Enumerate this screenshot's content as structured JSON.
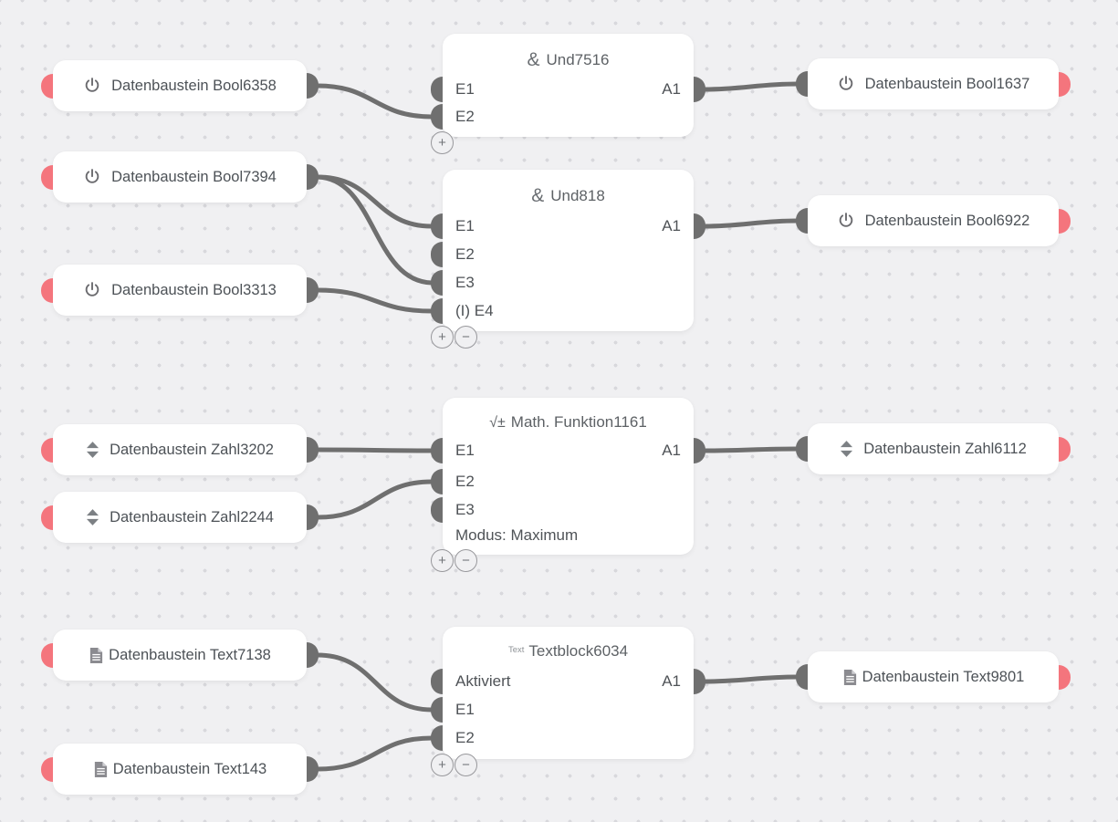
{
  "canvas": {
    "background_color": "#f0f0f2",
    "dot_color": "#d8d8dc",
    "wire_color": "#6f6f6f",
    "connector_color": "#f4757d"
  },
  "ui": {
    "add_button": "+",
    "remove_button": "−"
  },
  "input_nodes": [
    {
      "label": "Datenbaustein Bool6358",
      "type": "bool",
      "icon": "power-icon"
    },
    {
      "label": "Datenbaustein Bool7394",
      "type": "bool",
      "icon": "power-icon"
    },
    {
      "label": "Datenbaustein Bool3313",
      "type": "bool",
      "icon": "power-icon"
    },
    {
      "label": "Datenbaustein Zahl3202",
      "type": "number",
      "icon": "sort-arrows-icon"
    },
    {
      "label": "Datenbaustein Zahl2244",
      "type": "number",
      "icon": "sort-arrows-icon"
    },
    {
      "label": "Datenbaustein Text7138",
      "type": "text",
      "icon": "document-icon"
    },
    {
      "label": "Datenbaustein Text143",
      "type": "text",
      "icon": "document-icon"
    }
  ],
  "function_blocks": [
    {
      "title": "Und7516",
      "icon_glyph": "&",
      "inputs": [
        "E1",
        "E2"
      ],
      "outputs": [
        "A1"
      ]
    },
    {
      "title": "Und818",
      "icon_glyph": "&",
      "inputs": [
        "E1",
        "E2",
        "E3",
        "(I) E4"
      ],
      "outputs": [
        "A1"
      ]
    },
    {
      "title": "Math. Funktion1161",
      "icon_glyph": "√±",
      "inputs": [
        "E1",
        "E2",
        "E3"
      ],
      "mode": "Modus: Maximum",
      "outputs": [
        "A1"
      ]
    },
    {
      "title": "Textblock6034",
      "icon_glyph": "Text",
      "inputs": [
        "Aktiviert",
        "E1",
        "E2"
      ],
      "outputs": [
        "A1"
      ]
    }
  ],
  "output_nodes": [
    {
      "label": "Datenbaustein Bool1637",
      "type": "bool",
      "icon": "power-icon"
    },
    {
      "label": "Datenbaustein Bool6922",
      "type": "bool",
      "icon": "power-icon"
    },
    {
      "label": "Datenbaustein Zahl6112",
      "type": "number",
      "icon": "sort-arrows-icon"
    },
    {
      "label": "Datenbaustein Text9801",
      "type": "text",
      "icon": "document-icon"
    }
  ],
  "connections": [
    {
      "from": "Datenbaustein Bool6358",
      "to": "Und7516.E2"
    },
    {
      "from": "Datenbaustein Bool7394",
      "to": "Und818.E1"
    },
    {
      "from": "Datenbaustein Bool7394",
      "to": "Und818.E3"
    },
    {
      "from": "Datenbaustein Bool3313",
      "to": "Und818.(I) E4"
    },
    {
      "from": "Datenbaustein Zahl3202",
      "to": "Math. Funktion1161.E1"
    },
    {
      "from": "Datenbaustein Zahl2244",
      "to": "Math. Funktion1161.E2"
    },
    {
      "from": "Datenbaustein Text7138",
      "to": "Textblock6034.E1"
    },
    {
      "from": "Datenbaustein Text143",
      "to": "Textblock6034.E2"
    },
    {
      "from": "Und7516.A1",
      "to": "Datenbaustein Bool1637"
    },
    {
      "from": "Und818.A1",
      "to": "Datenbaustein Bool6922"
    },
    {
      "from": "Math. Funktion1161.A1",
      "to": "Datenbaustein Zahl6112"
    },
    {
      "from": "Textblock6034.A1",
      "to": "Datenbaustein Text9801"
    }
  ]
}
